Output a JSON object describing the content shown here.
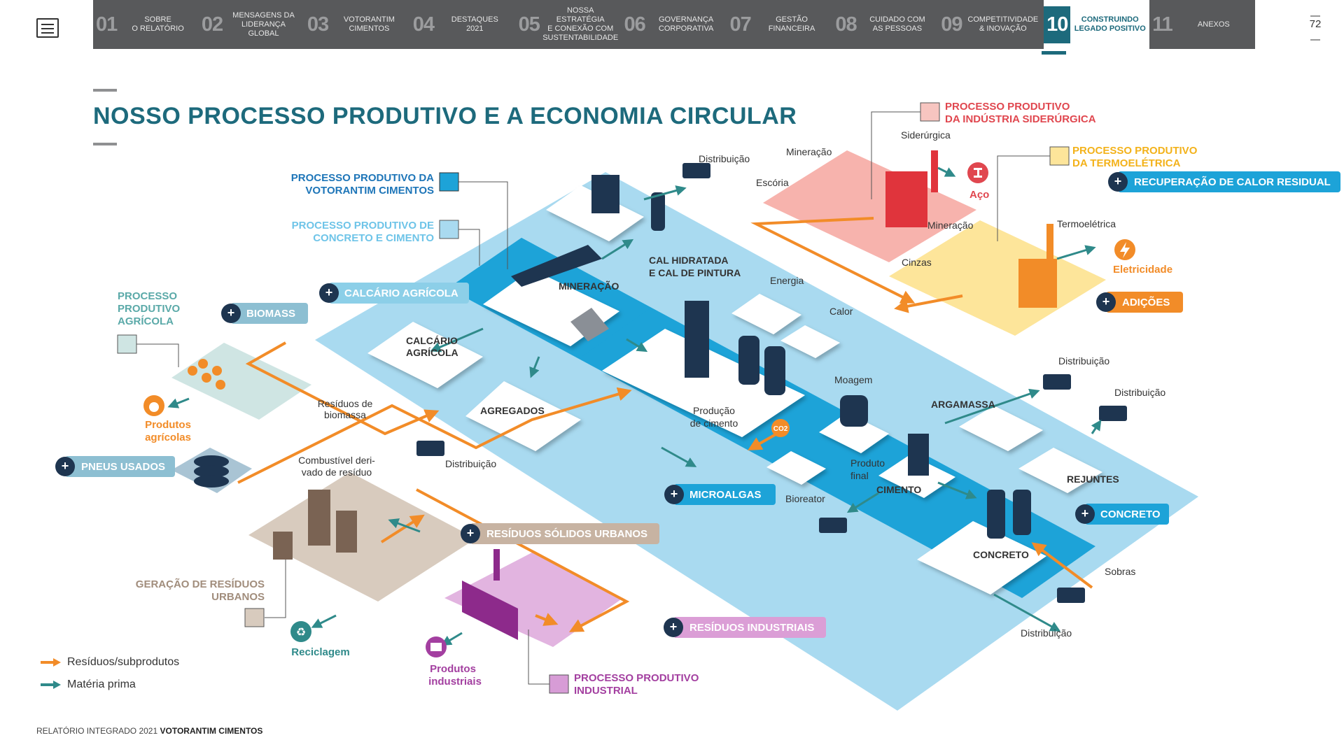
{
  "nav": {
    "items": [
      {
        "num": "01",
        "label_line1": "SOBRE",
        "label_line2": "O RELATÓRIO",
        "label_line3": ""
      },
      {
        "num": "02",
        "label_line1": "MENSAGENS DA",
        "label_line2": "LIDERANÇA GLOBAL",
        "label_line3": ""
      },
      {
        "num": "03",
        "label_line1": "VOTORANTIM",
        "label_line2": "CIMENTOS",
        "label_line3": ""
      },
      {
        "num": "04",
        "label_line1": "DESTAQUES",
        "label_line2": "2021",
        "label_line3": ""
      },
      {
        "num": "05",
        "label_line1": "NOSSA ESTRATÉGIA",
        "label_line2": "E CONEXÃO COM",
        "label_line3": "SUSTENTABILIDADE"
      },
      {
        "num": "06",
        "label_line1": "GOVERNANÇA",
        "label_line2": "CORPORATIVA",
        "label_line3": ""
      },
      {
        "num": "07",
        "label_line1": "GESTÃO",
        "label_line2": "FINANCEIRA",
        "label_line3": ""
      },
      {
        "num": "08",
        "label_line1": "CUIDADO COM",
        "label_line2": "AS PESSOAS",
        "label_line3": ""
      },
      {
        "num": "09",
        "label_line1": "COMPETITIVIDADE",
        "label_line2": "& INOVAÇÃO",
        "label_line3": ""
      },
      {
        "num": "10",
        "label_line1": "CONSTRUINDO",
        "label_line2": "LEGADO POSITIVO",
        "label_line3": ""
      },
      {
        "num": "11",
        "label_line1": "ANEXOS",
        "label_line2": "",
        "label_line3": ""
      }
    ],
    "active_index": 9
  },
  "page_number": "72",
  "title": "NOSSO PROCESSO PRODUTIVO E A ECONOMIA CIRCULAR",
  "footer": {
    "prefix": "RELATÓRIO INTEGRADO 2021",
    "brand": "VOTORANTIM CIMENTOS"
  },
  "legend": {
    "residuos": {
      "label": "Resíduos/subprodutos",
      "color": "#f28c28"
    },
    "materia": {
      "label": "Matéria prima",
      "color": "#2f8a8a"
    }
  },
  "colors": {
    "light_blue": "#a9daf0",
    "mid_blue": "#1da3d8",
    "dark_navy": "#1e3550",
    "orange": "#f28c28",
    "teal": "#2f8a8a",
    "sider_pink": "#f7b3ad",
    "termo_yellow": "#fde59a",
    "urbano_beige": "#d8cbbe",
    "industrial_purple": "#d79cd6",
    "agri_green": "#cfe5e3"
  },
  "legend_processes": {
    "votorantim": {
      "line1": "PROCESSO PRODUTIVO DA",
      "line2": "VOTORANTIM CIMENTOS"
    },
    "concreto": {
      "line1": "PROCESSO PRODUTIVO DE",
      "line2": "CONCRETO E CIMENTO"
    },
    "agricola": {
      "line1": "PROCESSO",
      "line2": "PRODUTIVO",
      "line3": "AGRÍCOLA"
    },
    "siderurgica": {
      "line1": "PROCESSO PRODUTIVO",
      "line2": "DA INDÚSTRIA SIDERÚRGICA"
    },
    "termoeletrica": {
      "line1": "PROCESSO PRODUTIVO",
      "line2": "DA TERMOELÉTRICA"
    },
    "urbanos": {
      "line1": "GERAÇÃO DE RESÍDUOS",
      "line2": "URBANOS"
    },
    "industrial": {
      "line1": "PROCESSO PRODUTIVO",
      "line2": "INDUSTRIAL"
    }
  },
  "badges": {
    "calcario": "CALCÁRIO AGRÍCOLA",
    "biomass": "BIOMASS",
    "pneus": "PNEUS USADOS",
    "rsu": "RESÍDUOS SÓLIDOS URBANOS",
    "microalgas": "MICROALGAS",
    "res_ind": "RESÍDUOS INDUSTRIAIS",
    "concreto": "CONCRETO",
    "adicoes": "ADIÇÕES",
    "calor": "RECUPERAÇÃO DE CALOR RESIDUAL"
  },
  "labels": {
    "distribuicao": "Distribuição",
    "cal_hidratada_1": "CAL HIDRATADA",
    "cal_hidratada_2": "E CAL DE PINTURA",
    "mineracao_bold": "MINERAÇÃO",
    "energia": "Energia",
    "calor": "Calor",
    "calcario_1": "CALCÁRIO",
    "calcario_2": "AGRÍCOLA",
    "agregados": "AGREGADOS",
    "producao_1": "Produção",
    "producao_2": "de cimento",
    "co2": "CO2",
    "bioreator": "Bioreator",
    "moagem": "Moagem",
    "produto_1": "Produto",
    "produto_2": "final",
    "cimento": "CIMENTO",
    "argamassa": "ARGAMASSA",
    "rejuntes": "REJUNTES",
    "concreto_bold": "CONCRETO",
    "sobras": "Sobras",
    "mineracao": "Mineração",
    "escoria": "Escória",
    "siderurgica": "Siderúrgica",
    "aco": "Aço",
    "termoeletrica": "Termoelétrica",
    "cinzas": "Cinzas",
    "eletricidade": "Eletricidade",
    "residuos_bio_1": "Resíduos de",
    "residuos_bio_2": "biomassa",
    "combustivel_1": "Combustível deri-",
    "combustivel_2": "vado de resíduo",
    "produtos_agri_1": "Produtos",
    "produtos_agri_2": "agrícolas",
    "reciclagem": "Reciclagem",
    "produtos_ind_1": "Produtos",
    "produtos_ind_2": "industriais"
  },
  "icons": [
    "menu-icon",
    "plus-icon",
    "truck-icon",
    "silo-icon",
    "factory-icon",
    "tire-icon",
    "tractor-icon",
    "orange-fruit-icon",
    "recycle-icon",
    "box-icon",
    "steel-icon",
    "lightning-icon",
    "co2-icon"
  ]
}
